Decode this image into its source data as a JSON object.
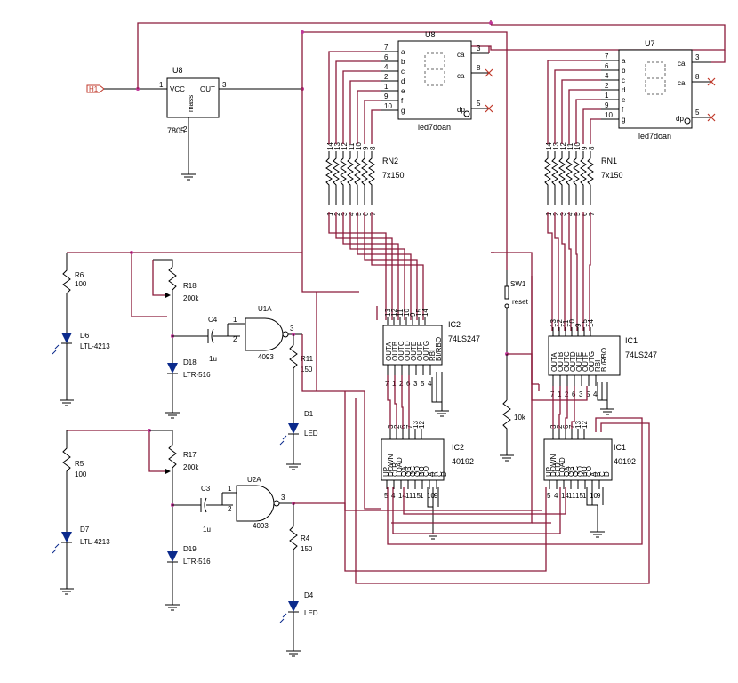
{
  "input_port": {
    "label": "H1"
  },
  "regulator": {
    "ref": "U8",
    "part": "7805",
    "pin_vcc": "VCC",
    "pin_out": "OUT",
    "pin_gnd": "mass",
    "pin1": "1",
    "pin2": "2",
    "pin3": "3"
  },
  "display_left": {
    "ref": "U8",
    "part": "led7doan",
    "pins_left": [
      "7",
      "6",
      "4",
      "2",
      "1",
      "9",
      "10"
    ],
    "seg_labels": [
      "a",
      "b",
      "c",
      "d",
      "e",
      "f",
      "g"
    ],
    "right_labels": [
      "ca",
      "ca",
      "dp"
    ],
    "right_pins": [
      "3",
      "8",
      "5"
    ]
  },
  "display_right": {
    "ref": "U7",
    "part": "led7doan",
    "pins_left": [
      "7",
      "6",
      "4",
      "2",
      "1",
      "9",
      "10"
    ],
    "seg_labels": [
      "a",
      "b",
      "c",
      "d",
      "e",
      "f",
      "g"
    ],
    "right_labels": [
      "ca",
      "ca",
      "dp"
    ],
    "right_pins": [
      "3",
      "8",
      "5"
    ]
  },
  "rn_left": {
    "ref": "RN2",
    "value": "7x150",
    "top_pins": [
      "14",
      "13",
      "12",
      "11",
      "10",
      "9",
      "8"
    ],
    "bot_pins": [
      "1",
      "2",
      "3",
      "4",
      "5",
      "6",
      "7"
    ]
  },
  "rn_right": {
    "ref": "RN1",
    "value": "7x150",
    "top_pins": [
      "14",
      "13",
      "12",
      "11",
      "10",
      "9",
      "8"
    ],
    "bot_pins": [
      "1",
      "2",
      "3",
      "4",
      "5",
      "6",
      "7"
    ]
  },
  "ic2_decoder": {
    "ref": "IC2",
    "part": "74LS247",
    "top_pins": [
      "13",
      "12",
      "11",
      "10",
      "9",
      "15",
      "14"
    ],
    "labels": [
      "OUTA",
      "OUTB",
      "OUTC",
      "OUTD",
      "OUTE",
      "OUTF",
      "OUTG",
      "RBI",
      "BI/RBO"
    ],
    "bot_pins": [
      "7",
      "1",
      "2",
      "6",
      "3",
      "5",
      "4"
    ]
  },
  "ic1_decoder": {
    "ref": "IC1",
    "part": "74LS247",
    "top_pins": [
      "13",
      "12",
      "11",
      "10",
      "9",
      "15",
      "14"
    ],
    "labels": [
      "OUTA",
      "OUTB",
      "OUTC",
      "OUTD",
      "OUTE",
      "OUTF",
      "OUTG",
      "RBI",
      "BI/RBO"
    ],
    "bot_pins": [
      "7",
      "1",
      "2",
      "6",
      "3",
      "5",
      "4"
    ]
  },
  "ic2_counter": {
    "ref": "IC2",
    "part": "40192",
    "top_pins": [
      "3",
      "2",
      "6",
      "7",
      "13",
      "12"
    ],
    "labels": [
      "UP",
      "DOWN",
      "CLR",
      "LOAD",
      "QA",
      "QB",
      "QC",
      "QD",
      "BO",
      "CO",
      "A",
      "B",
      "C",
      "D"
    ],
    "bot_pins": [
      "5",
      "4",
      "14",
      "11",
      "15",
      "1",
      "10",
      "9"
    ]
  },
  "ic1_counter": {
    "ref": "IC1",
    "part": "40192",
    "top_pins": [
      "3",
      "2",
      "6",
      "7",
      "13",
      "12"
    ],
    "labels": [
      "UP",
      "DOWN",
      "CLR",
      "LOAD",
      "QA",
      "QB",
      "QC",
      "QD",
      "BO",
      "CO",
      "A",
      "B",
      "C",
      "D"
    ],
    "bot_pins": [
      "5",
      "4",
      "14",
      "11",
      "15",
      "1",
      "10",
      "9"
    ]
  },
  "switch": {
    "ref": "SW1",
    "label": "reset"
  },
  "pulldown": {
    "value": "10k"
  },
  "r6": {
    "ref": "R6",
    "value": "100"
  },
  "d6": {
    "ref": "D6",
    "value": "LTL-4213"
  },
  "r18": {
    "ref": "R18",
    "value": "200k"
  },
  "d18": {
    "ref": "D18",
    "value": "LTR-516"
  },
  "c4": {
    "ref": "C4",
    "value": "1u"
  },
  "u1a": {
    "ref": "U1A",
    "part": "4093",
    "pin1": "1",
    "pin2": "2",
    "pin3": "3"
  },
  "r11": {
    "ref": "R11",
    "value": "150"
  },
  "d1": {
    "ref": "D1",
    "value": "LED"
  },
  "r5": {
    "ref": "R5",
    "value": "100"
  },
  "d7": {
    "ref": "D7",
    "value": "LTL-4213"
  },
  "r17": {
    "ref": "R17",
    "value": "200k"
  },
  "d19": {
    "ref": "D19",
    "value": "LTR-516"
  },
  "c3": {
    "ref": "C3",
    "value": "1u"
  },
  "u2a": {
    "ref": "U2A",
    "part": "4093",
    "pin1": "1",
    "pin2": "2",
    "pin3": "3"
  },
  "r4": {
    "ref": "R4",
    "value": "150"
  },
  "d4": {
    "ref": "D4",
    "value": "LED"
  }
}
